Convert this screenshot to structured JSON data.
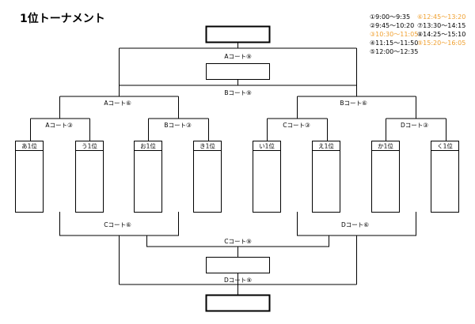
{
  "title": "1位トーナメント",
  "schedule": [
    {
      "label": "①9:00～9:35",
      "highlight": false
    },
    {
      "label": "⑥12:45～13:20",
      "highlight": true
    },
    {
      "label": "②9:45～10:20",
      "highlight": false
    },
    {
      "label": "⑦13:30～14:15",
      "highlight": false
    },
    {
      "label": "③10:30～11:05",
      "highlight": true
    },
    {
      "label": "⑧14:25～15:10",
      "highlight": false
    },
    {
      "label": "④11:15～11:50",
      "highlight": false
    },
    {
      "label": "⑨15:20～16:05",
      "highlight": true
    },
    {
      "label": "⑤12:00～12:35",
      "highlight": false
    }
  ],
  "teams": [
    "あ1位",
    "う1位",
    "お1位",
    "き1位",
    "い1位",
    "え1位",
    "か1位",
    "く1位"
  ],
  "upper_labels": {
    "final": "Aコート⑨",
    "third": "Bコート⑨",
    "semi_left": "Aコート⑥",
    "semi_right": "Bコート⑥",
    "qf1": "Aコート③",
    "qf2": "Bコート③",
    "qf3": "Cコート③",
    "qf4": "Dコート③"
  },
  "lower_labels": {
    "left": "Cコート⑥",
    "right": "Dコート⑥",
    "center1": "Cコート⑨",
    "center2": "Dコート⑨"
  },
  "colors": {
    "line": "#000000",
    "highlight": "#f0a030"
  }
}
